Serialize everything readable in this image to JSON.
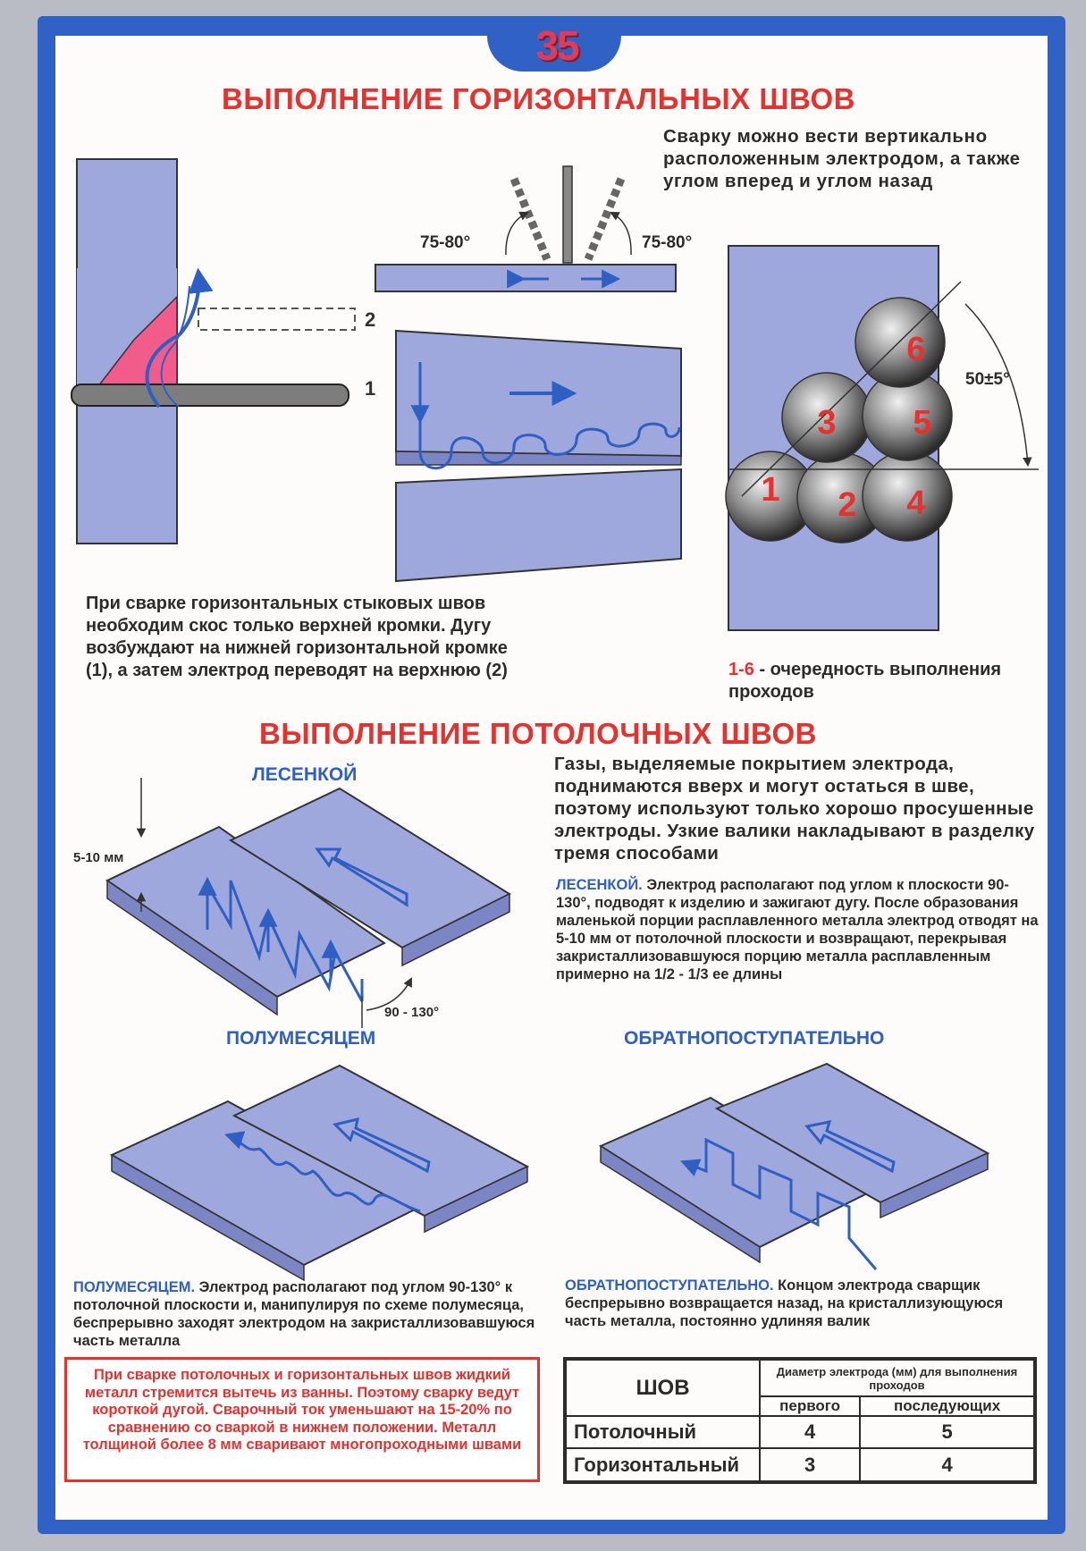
{
  "page_number": "35",
  "section1": {
    "title": "ВЫПОЛНЕНИЕ ГОРИЗОНТАЛЬНЫХ ШВОВ",
    "electrode_note": "Сварку можно вести вертикально расположенным электродом, а также углом вперед и углом назад",
    "angle_left": "75-80°",
    "angle_right": "75-80°",
    "electrode_positions": [
      "1",
      "2"
    ],
    "bevel_note": "При сварке горизонтальных стыковых швов необходим скос только верхней кромки. Дугу возбуждают на нижней горизонтальной кромке (1), а затем электрод переводят на верхнюю (2)",
    "pass_numbers": [
      "1",
      "2",
      "3",
      "4",
      "5",
      "6"
    ],
    "bevel_angle": "50±5°",
    "pass_order_key": "1-6",
    "pass_order_text": " - очередность выполнения проходов"
  },
  "section2": {
    "title": "ВЫПОЛНЕНИЕ ПОТОЛОЧНЫХ ШВОВ",
    "intro": "Газы, выделяемые покрытием электрода, поднимаются вверх и могут остаться в шве, поэтому используют только хорошо просушенные электроды. Узкие валики накладывают в разделку тремя способами",
    "method1": {
      "name": "ЛЕСЕНКОЙ",
      "lead": "ЛЕСЕНКОЙ.",
      "text": " Электрод располагают под углом к плоскости 90-130°, подводят к изделию и зажигают дугу. После образования маленькой порции расплавленного металла электрод отводят на 5-10 мм от потолочной плоскости и возвращают, перекрывая закристаллизовавшуюся порцию металла расплавленным примерно на 1/2 - 1/3 ее длины",
      "dim_gap": "5-10 мм",
      "dim_angle": "90 - 130°"
    },
    "method2": {
      "name": "ПОЛУМЕСЯЦЕМ",
      "lead": "ПОЛУМЕСЯЦЕМ.",
      "text": " Электрод располагают под углом 90-130° к потолочной плоскости и, манипулируя по схеме полумесяца, беспрерывно заходят электродом на закристаллизовавшуюся часть металла"
    },
    "method3": {
      "name": "ОБРАТНОПОСТУПАТЕЛЬНО",
      "lead": "ОБРАТНОПОСТУПАТЕЛЬНО.",
      "text": " Концом электрода сварщик беспрерывно возвращается назад, на кристаллизующуюся часть металла, постоянно удлиняя валик"
    },
    "warning": "При сварке потолочных и горизонтальных швов жидкий металл стремится вытечь из ванны. Поэтому сварку ведут короткой дугой. Сварочный ток уменьшают на 15-20% по сравнению со сваркой в нижнем положении. Металл толщиной более 8 мм сваривают многопроходными швами"
  },
  "table": {
    "col_seam": "ШОВ",
    "col_diam": "Диаметр электрода (мм) для выполнения проходов",
    "col_first": "первого",
    "col_next": "последующих",
    "rows": [
      {
        "seam": "Потолочный",
        "first": "4",
        "next": "5"
      },
      {
        "seam": "Горизонтальный",
        "first": "3",
        "next": "4"
      }
    ]
  },
  "colors": {
    "frame": "#2f62c4",
    "heading_red": "#e5322f",
    "accent_blue": "#2f5fc3",
    "plate": "#9fa8dc",
    "bead_pink": "#f15c8a"
  }
}
